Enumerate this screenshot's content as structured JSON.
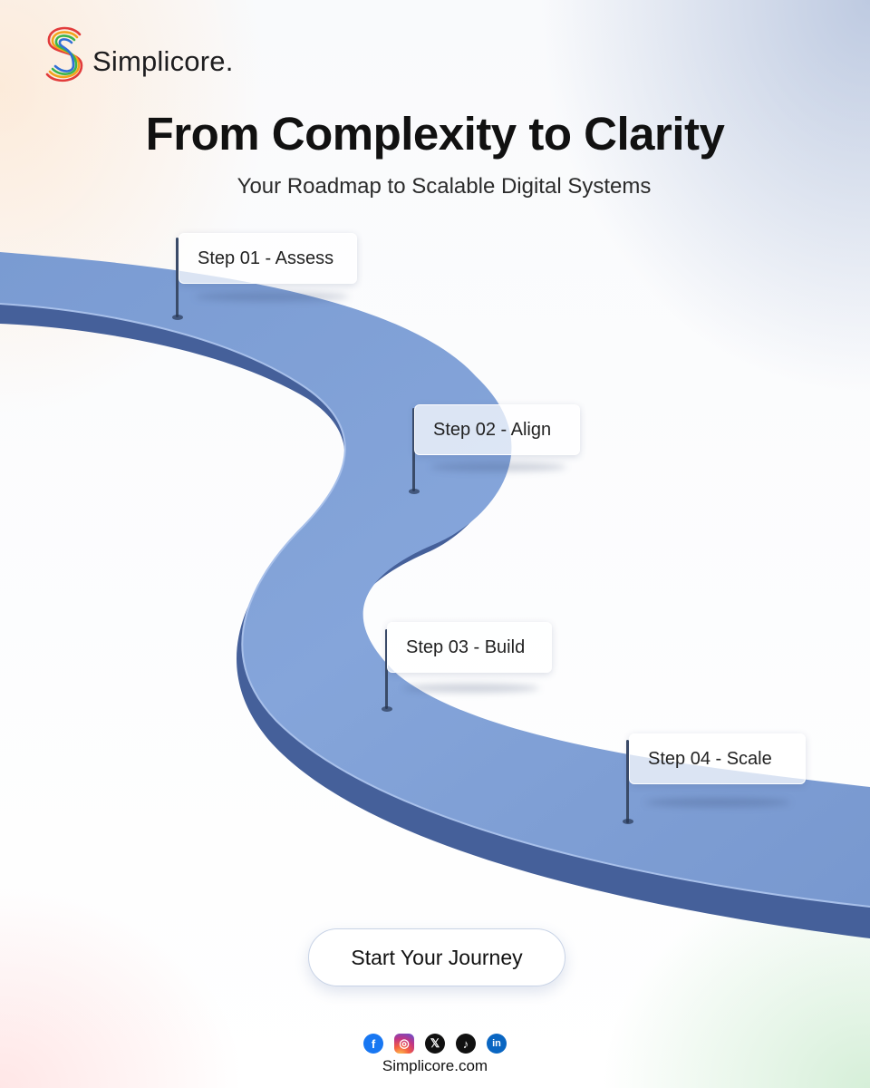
{
  "brand": {
    "name": "Simplicore.",
    "logo_colors": [
      "#e23b3b",
      "#f2a31b",
      "#3bb54a",
      "#2f6fd6"
    ]
  },
  "header": {
    "title": "From Complexity to Clarity",
    "subtitle": "Your Roadmap to Scalable Digital Systems"
  },
  "roadmap": {
    "road_color": "#7f9fd4",
    "road_edge_color": "#4a6499",
    "steps": [
      {
        "label": "Step 01 - Assess"
      },
      {
        "label": "Step 02 - Align"
      },
      {
        "label": "Step 03 - Build"
      },
      {
        "label": "Step 04 - Scale"
      }
    ]
  },
  "cta": {
    "label": "Start Your Journey"
  },
  "footer": {
    "socials": [
      {
        "icon": "facebook-icon",
        "glyph": "f"
      },
      {
        "icon": "instagram-icon",
        "glyph": "◎"
      },
      {
        "icon": "x-icon",
        "glyph": "𝕏"
      },
      {
        "icon": "tiktok-icon",
        "glyph": "♪"
      },
      {
        "icon": "linkedin-icon",
        "glyph": "in"
      }
    ],
    "website": "Simplicore.com"
  }
}
